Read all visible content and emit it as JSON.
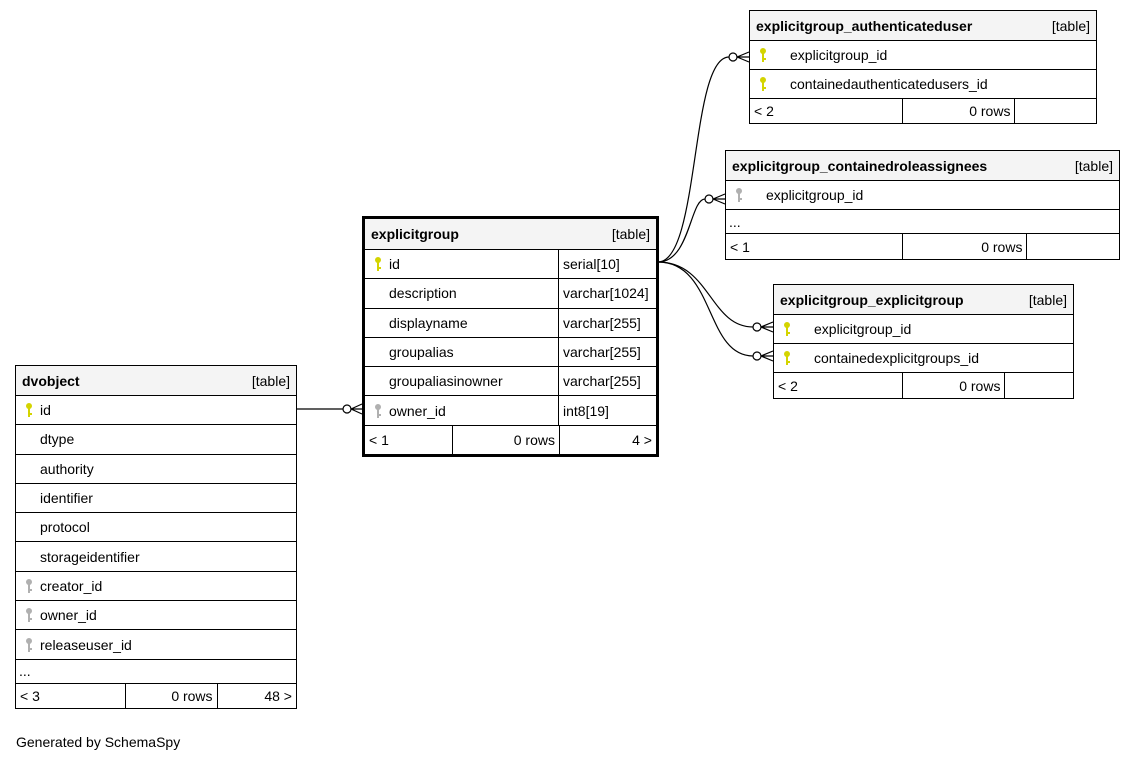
{
  "tables": [
    {
      "id": "explicitgroup",
      "name": "explicitgroup",
      "kind": "[table]",
      "focus": true,
      "columns": [
        {
          "name": "id",
          "type": "serial[10]",
          "key": "primary"
        },
        {
          "name": "description",
          "type": "varchar[1024]",
          "key": ""
        },
        {
          "name": "displayname",
          "type": "varchar[255]",
          "key": ""
        },
        {
          "name": "groupalias",
          "type": "varchar[255]",
          "key": ""
        },
        {
          "name": "groupaliasinowner",
          "type": "varchar[255]",
          "key": ""
        },
        {
          "name": "owner_id",
          "type": "int8[19]",
          "key": "foreign"
        }
      ],
      "more": false,
      "parents": "< 1",
      "rows": "0 rows",
      "children": "4 >"
    },
    {
      "id": "dvobject",
      "name": "dvobject",
      "kind": "[table]",
      "focus": false,
      "columns": [
        {
          "name": "id",
          "key": "primary"
        },
        {
          "name": "dtype",
          "key": ""
        },
        {
          "name": "authority",
          "key": ""
        },
        {
          "name": "identifier",
          "key": ""
        },
        {
          "name": "protocol",
          "key": ""
        },
        {
          "name": "storageidentifier",
          "key": ""
        },
        {
          "name": "creator_id",
          "key": "foreign"
        },
        {
          "name": "owner_id",
          "key": "foreign"
        },
        {
          "name": "releaseuser_id",
          "key": "foreign"
        }
      ],
      "more": "...",
      "parents": "< 3",
      "rows": "0 rows",
      "children": "48 >"
    },
    {
      "id": "authuser",
      "name": "explicitgroup_authenticateduser",
      "kind": "[table]",
      "focus": false,
      "columns": [
        {
          "name": "explicitgroup_id",
          "key": "primary"
        },
        {
          "name": "containedauthenticatedusers_id",
          "key": "primary"
        }
      ],
      "more": false,
      "parents": "< 2",
      "rows": "0 rows",
      "children": ""
    },
    {
      "id": "roleassign",
      "name": "explicitgroup_containedroleassignees",
      "kind": "[table]",
      "focus": false,
      "columns": [
        {
          "name": "explicitgroup_id",
          "key": "foreign"
        }
      ],
      "more": "...",
      "parents": "< 1",
      "rows": "0 rows",
      "children": ""
    },
    {
      "id": "egeg",
      "name": "explicitgroup_explicitgroup",
      "kind": "[table]",
      "focus": false,
      "columns": [
        {
          "name": "explicitgroup_id",
          "key": "primary"
        },
        {
          "name": "containedexplicitgroups_id",
          "key": "primary"
        }
      ],
      "more": false,
      "parents": "< 2",
      "rows": "0 rows",
      "children": ""
    }
  ],
  "colors": {
    "primary_key": "#d4d400",
    "foreign_key": "#b0b0b0",
    "header_bg": "#f4f4f4"
  },
  "footer": "Generated by SchemaSpy"
}
